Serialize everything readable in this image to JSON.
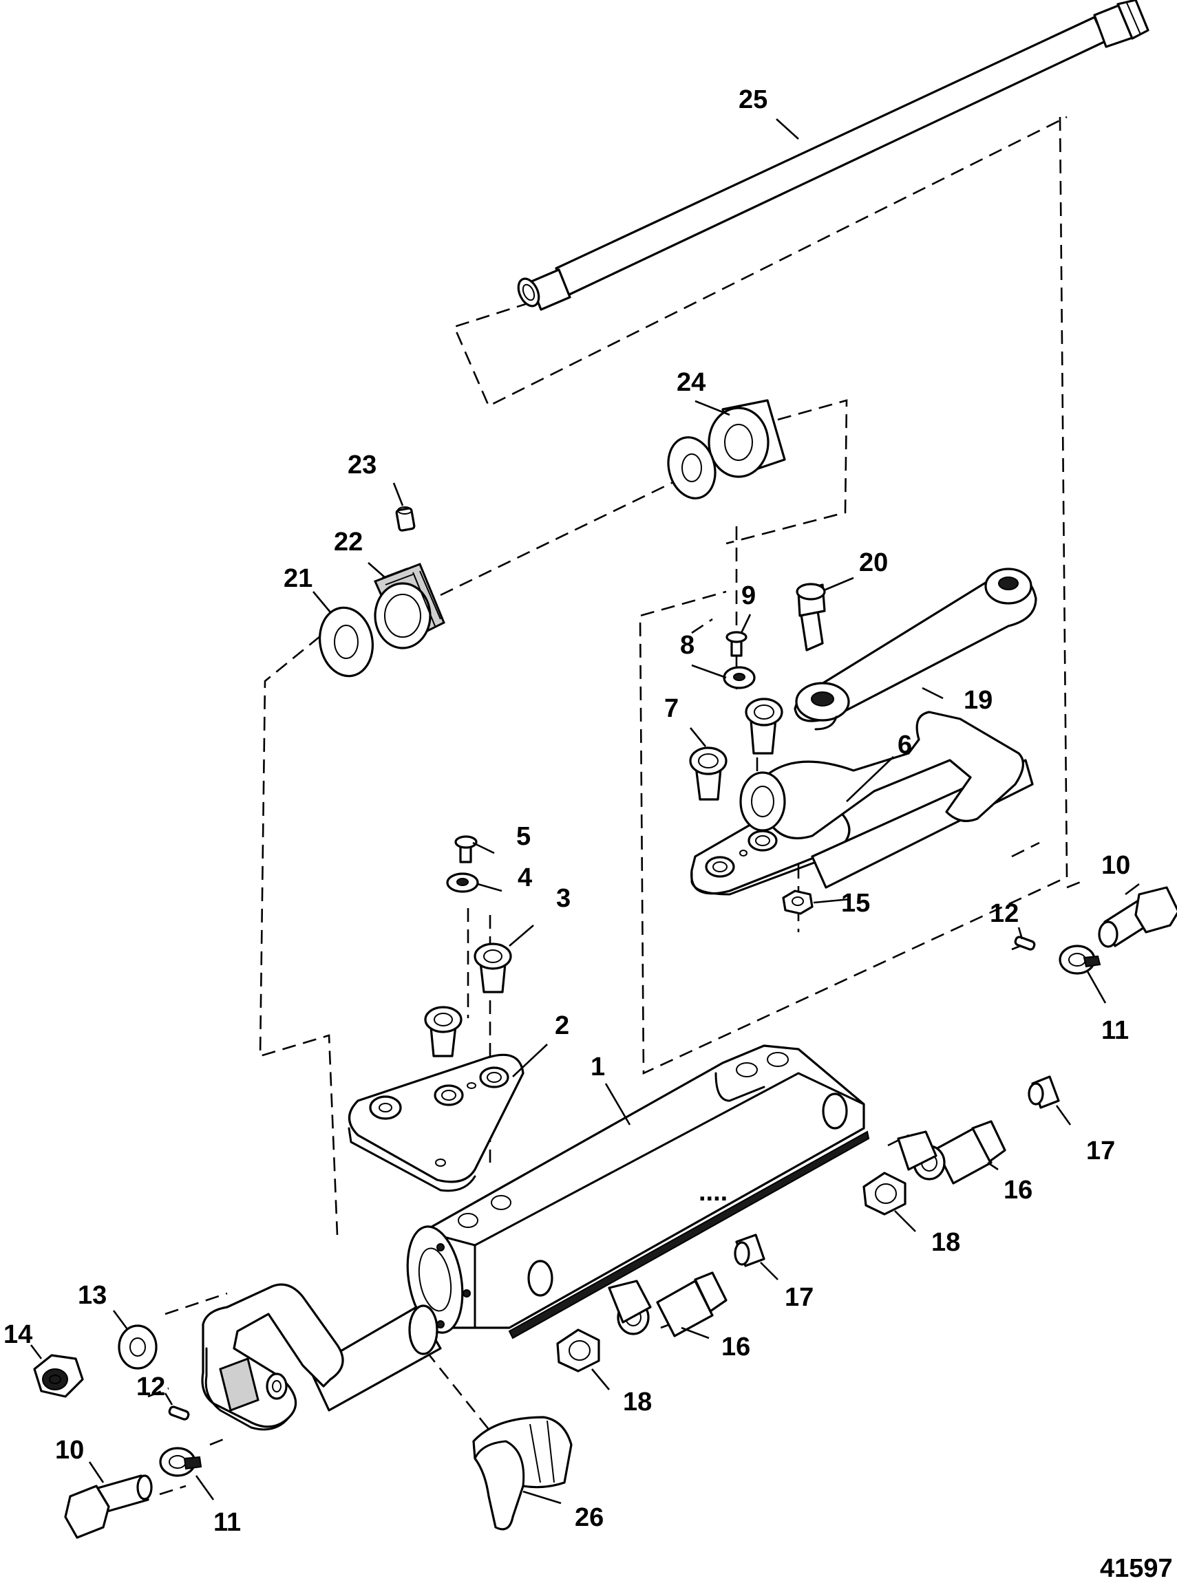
{
  "figure_number": "41597",
  "callouts": [
    {
      "id": "1",
      "label": "1"
    },
    {
      "id": "2",
      "label": "2"
    },
    {
      "id": "3",
      "label": "3"
    },
    {
      "id": "4",
      "label": "4"
    },
    {
      "id": "5",
      "label": "5"
    },
    {
      "id": "6",
      "label": "6"
    },
    {
      "id": "7",
      "label": "7"
    },
    {
      "id": "8",
      "label": "8"
    },
    {
      "id": "9",
      "label": "9"
    },
    {
      "id": "10a",
      "label": "10"
    },
    {
      "id": "10b",
      "label": "10"
    },
    {
      "id": "11a",
      "label": "11"
    },
    {
      "id": "11b",
      "label": "11"
    },
    {
      "id": "12a",
      "label": "12"
    },
    {
      "id": "12b",
      "label": "12"
    },
    {
      "id": "13",
      "label": "13"
    },
    {
      "id": "14",
      "label": "14"
    },
    {
      "id": "15",
      "label": "15"
    },
    {
      "id": "16a",
      "label": "16"
    },
    {
      "id": "16b",
      "label": "16"
    },
    {
      "id": "17a",
      "label": "17"
    },
    {
      "id": "17b",
      "label": "17"
    },
    {
      "id": "18a",
      "label": "18"
    },
    {
      "id": "18b",
      "label": "18"
    },
    {
      "id": "19",
      "label": "19"
    },
    {
      "id": "20",
      "label": "20"
    },
    {
      "id": "21",
      "label": "21"
    },
    {
      "id": "22",
      "label": "22"
    },
    {
      "id": "23",
      "label": "23"
    },
    {
      "id": "24",
      "label": "24"
    },
    {
      "id": "25",
      "label": "25"
    },
    {
      "id": "26",
      "label": "26"
    }
  ]
}
